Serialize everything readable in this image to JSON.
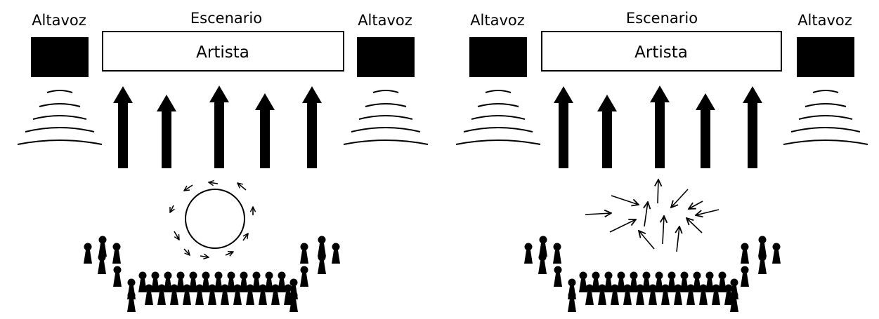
{
  "diagrams": [
    {
      "stage_label": "Escenario",
      "artist_label": "Artista",
      "left_speaker_label": "Altavoz",
      "right_speaker_label": "Altavoz",
      "crowd_movement": "circle-pit"
    },
    {
      "stage_label": "Escenario",
      "artist_label": "Artista",
      "left_speaker_label": "Altavoz",
      "right_speaker_label": "Altavoz",
      "crowd_movement": "mosh-pit"
    }
  ],
  "colors": {
    "ink": "#000000",
    "paper": "#ffffff"
  }
}
